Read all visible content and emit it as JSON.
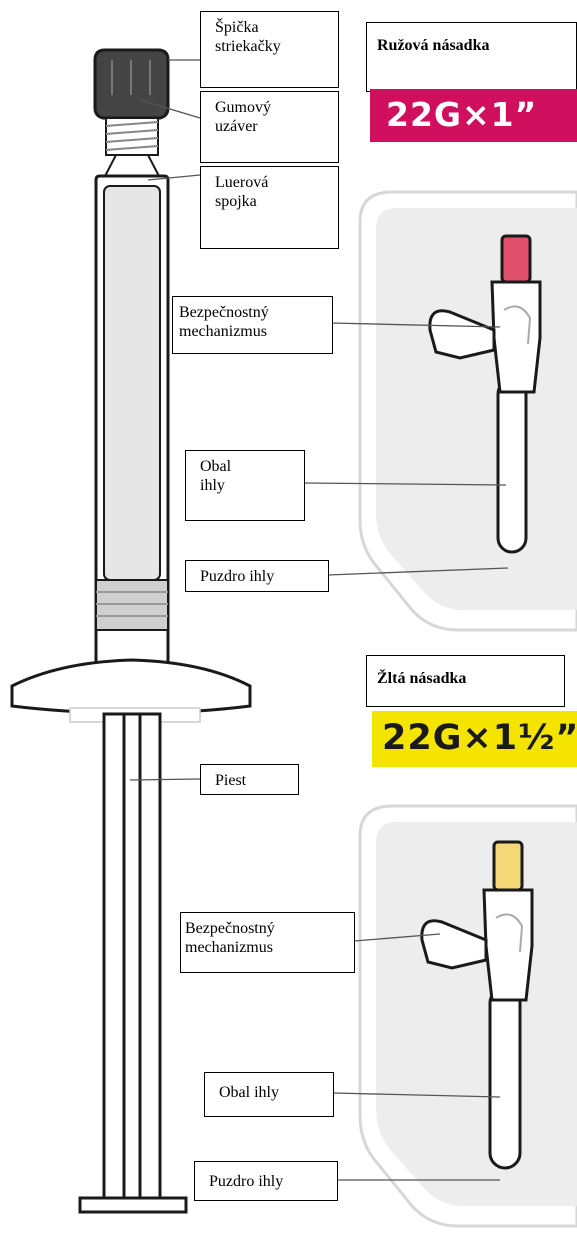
{
  "syringe": {
    "labels": {
      "tip": "Špička\nstriekačky",
      "rubber_cap": "Gumový\nuzáver",
      "luer_connector": "Luerová\nspojka",
      "plunger": "Piest"
    }
  },
  "needles": [
    {
      "heading": "Ružová násadka",
      "badge": "22G×1”",
      "badge_color": "#d0105f",
      "badge_text_color": "#ffffff",
      "hub_color": "#e0506a",
      "labels": {
        "safety": "Bezpečnostný\nmechanizmus",
        "sheath": "Obal\nihly",
        "case": "Puzdro ihly"
      }
    },
    {
      "heading": "Žltá násadka",
      "badge": "22G×1½”",
      "badge_color": "#f5e400",
      "badge_text_color": "#1a1a1a",
      "hub_color": "#f5d878",
      "labels": {
        "safety": "Bezpečnostný\nmechanizmus",
        "sheath": "Obal ihly",
        "case": "Puzdro ihly"
      }
    }
  ],
  "colors": {
    "outline": "#1a1a1a",
    "barrel_fill": "#e6e6e6",
    "cap_fill": "#444444",
    "case_fill": "#ededed"
  }
}
